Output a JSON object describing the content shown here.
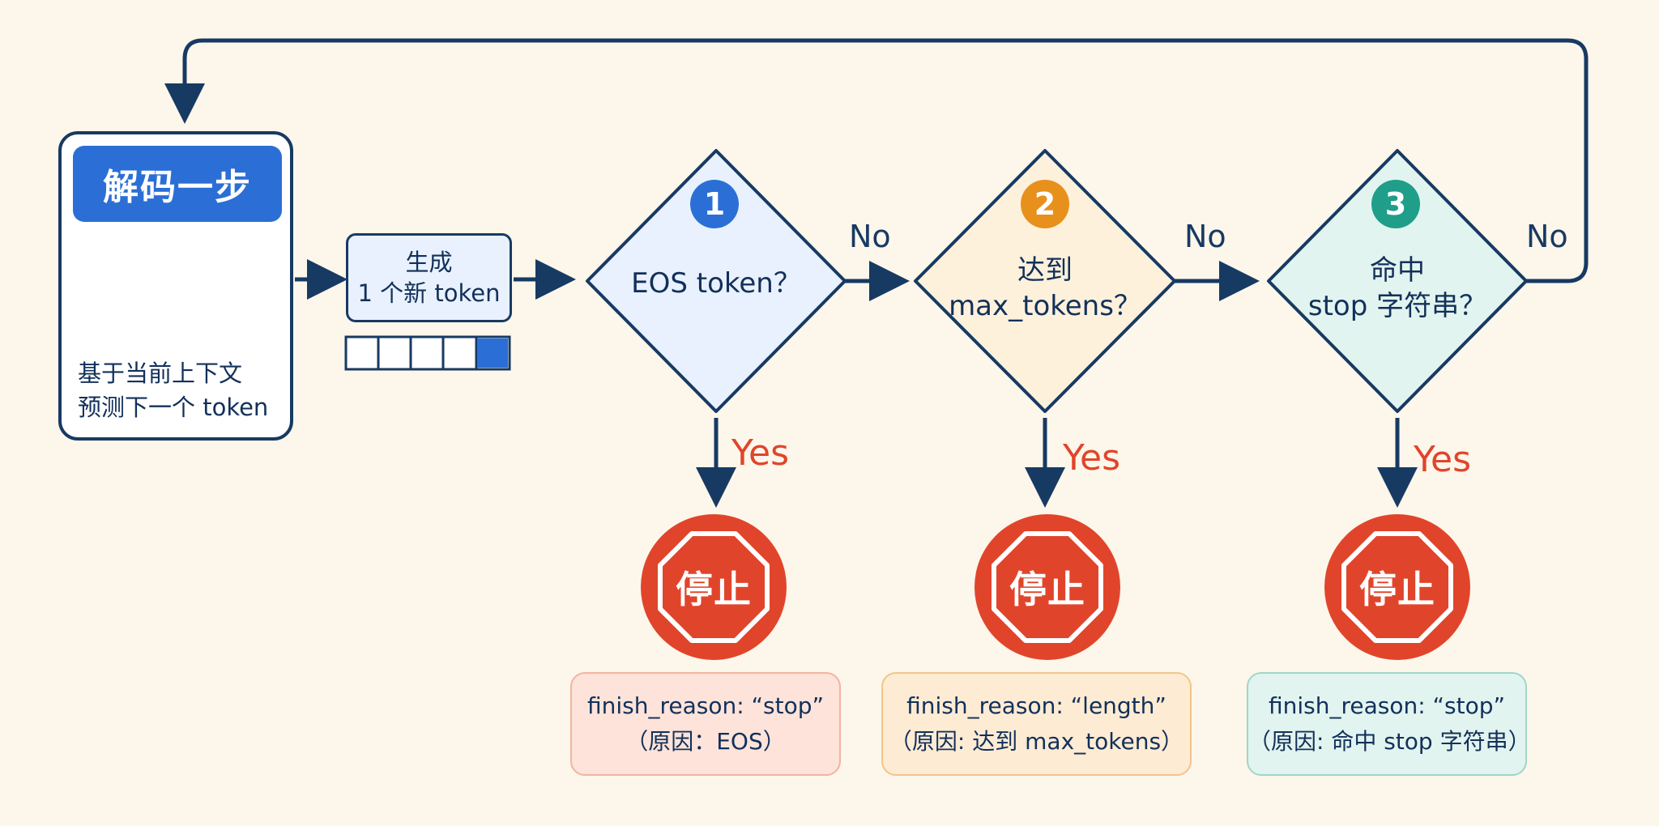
{
  "decode": {
    "title": "解码一步",
    "caption_line1": "基于当前上下文",
    "caption_line2": "预测下一个 token",
    "icon": "neural-network-icon"
  },
  "generate": {
    "line1": "生成",
    "line2": "1 个新 token",
    "icon": "token-sequence-icon"
  },
  "checks": [
    {
      "badge": "1",
      "line1": "EOS token？",
      "line2": "",
      "badge_color": "#2b6fd6",
      "fill": "#e8f1fd"
    },
    {
      "badge": "2",
      "line1": "达到",
      "line2": "max_tokens？",
      "badge_color": "#e8901c",
      "fill": "#fdf1dc"
    },
    {
      "badge": "3",
      "line1": "命中",
      "line2": "stop 字符串？",
      "badge_color": "#1f9e8a",
      "fill": "#e2f4ef"
    }
  ],
  "labels": {
    "no": "No",
    "yes": "Yes"
  },
  "stops": [
    {
      "text": "停止"
    },
    {
      "text": "停止"
    },
    {
      "text": "停止"
    }
  ],
  "reasons": [
    {
      "line1": "finish_reason: “stop”",
      "line2": "（原因：EOS）"
    },
    {
      "line1": "finish_reason: “length”",
      "line2": "（原因: 达到 max_tokens）"
    },
    {
      "line1": "finish_reason: “stop”",
      "line2": "（原因: 命中 stop 字符串）"
    }
  ],
  "colors": {
    "line": "#173a63",
    "stop_red": "#e0452b",
    "accent_blue": "#2b6fd6",
    "background": "#fdf6ea"
  }
}
